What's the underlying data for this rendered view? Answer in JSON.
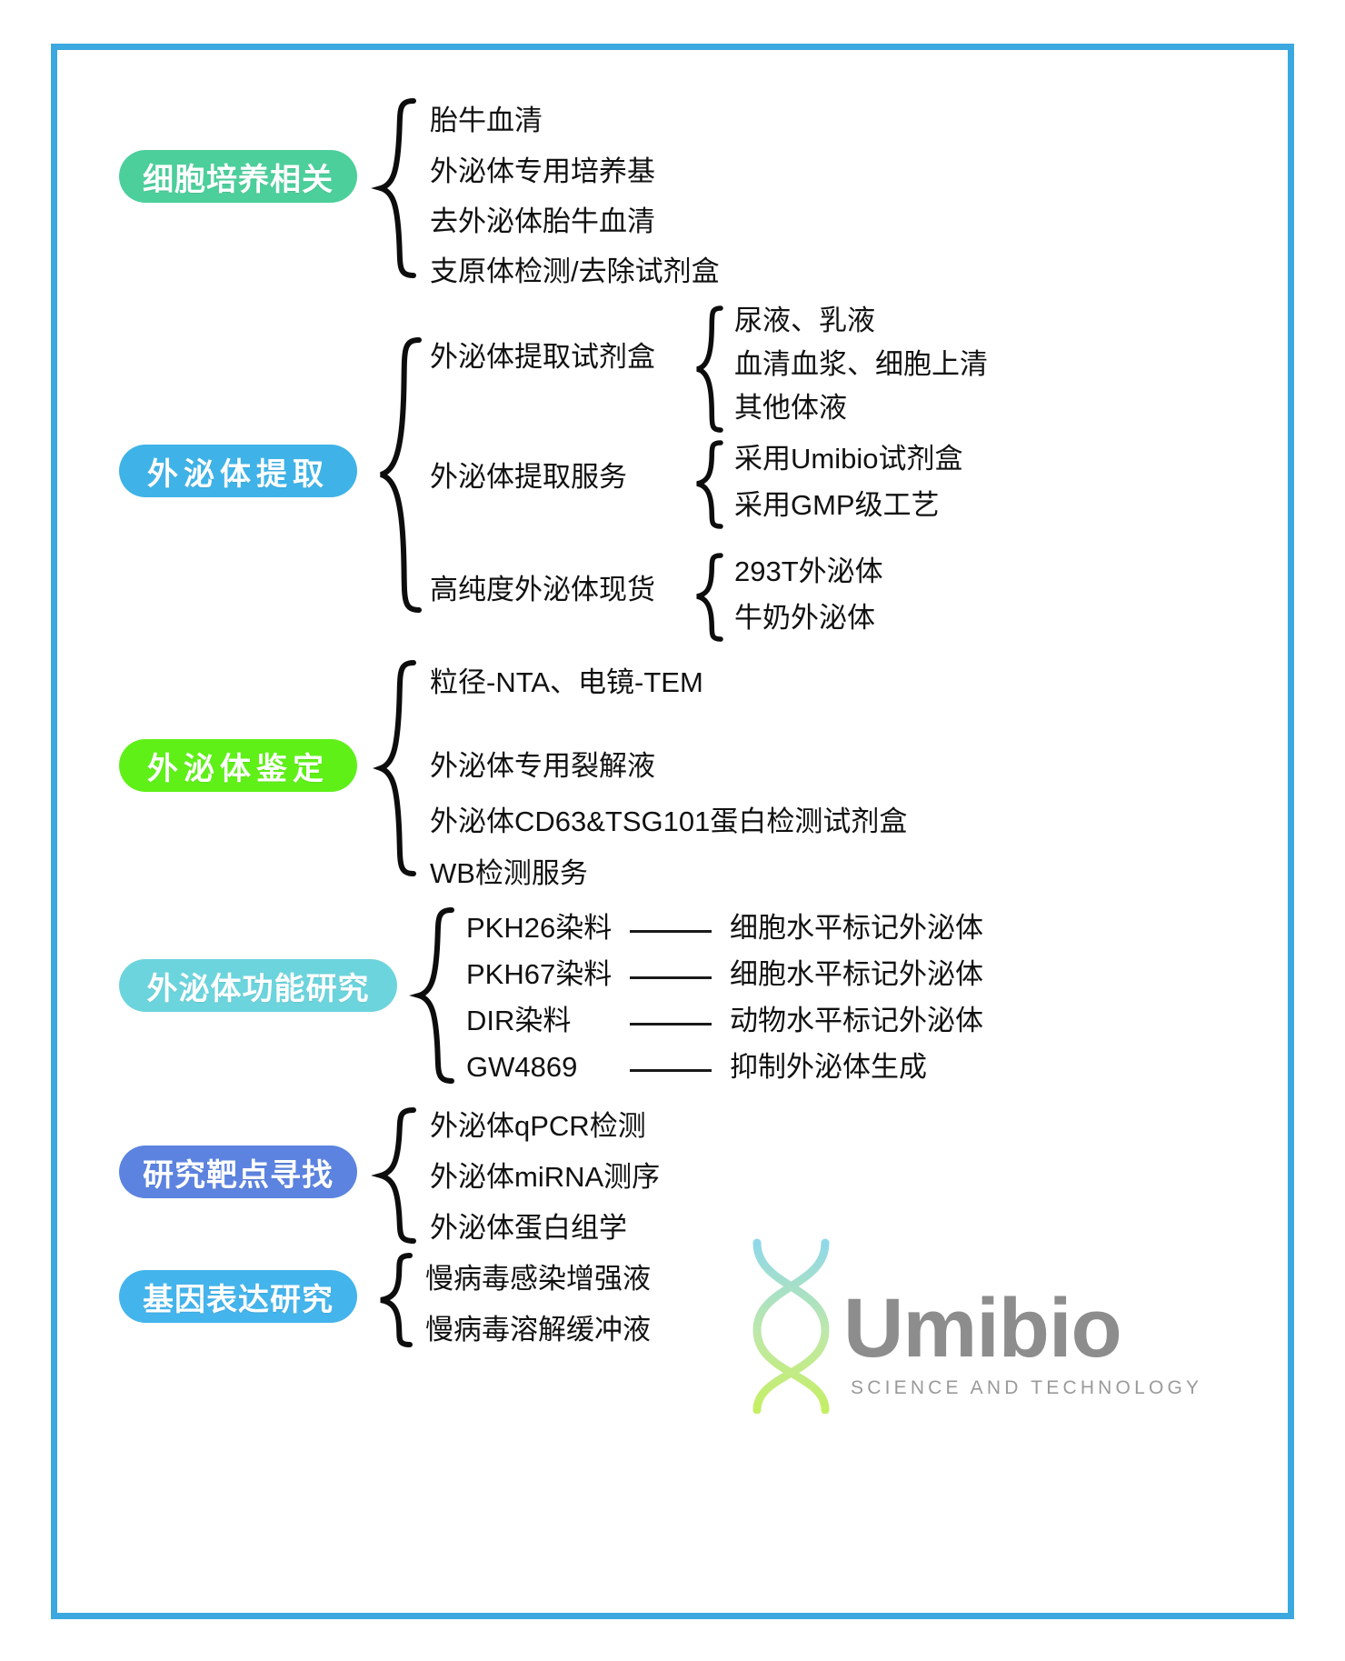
{
  "frame": {
    "border_color": "#3ca8e0"
  },
  "logo": {
    "wordmark": "Umibio",
    "tagline": "SCIENCE AND TECHNOLOGY",
    "helix_color_top": "#8fd8e8",
    "helix_color_bottom": "#b5e86a"
  },
  "sections": [
    {
      "id": "cell-culture",
      "label": "细胞培养相关",
      "color": "#4ccf9b",
      "items": [
        {
          "text": "胎牛血清"
        },
        {
          "text": "外泌体专用培养基"
        },
        {
          "text": "去外泌体胎牛血清"
        },
        {
          "text": "支原体检测/去除试剂盒"
        }
      ]
    },
    {
      "id": "exosome-extraction",
      "label": "外泌体提取",
      "color": "#3fb3e8",
      "items": [
        {
          "text": "外泌体提取试剂盒",
          "children": [
            {
              "text": "尿液、乳液"
            },
            {
              "text": "血清血浆、细胞上清"
            },
            {
              "text": "其他体液"
            }
          ]
        },
        {
          "text": "外泌体提取服务",
          "children": [
            {
              "text": "采用Umibio试剂盒"
            },
            {
              "text": "采用GMP级工艺"
            }
          ]
        },
        {
          "text": "高纯度外泌体现货",
          "children": [
            {
              "text": "293T外泌体"
            },
            {
              "text": "牛奶外泌体"
            }
          ]
        }
      ]
    },
    {
      "id": "exosome-identification",
      "label": "外泌体鉴定",
      "color": "#5ff018",
      "items": [
        {
          "text": "粒径-NTA、电镜-TEM"
        },
        {
          "text": "外泌体专用裂解液"
        },
        {
          "text": "外泌体CD63&TSG101蛋白检测试剂盒"
        },
        {
          "text": "WB检测服务"
        }
      ]
    },
    {
      "id": "exosome-function",
      "label": "外泌体功能研究",
      "color": "#6cd4dd",
      "items": [
        {
          "text": "PKH26染料",
          "link": "细胞水平标记外泌体"
        },
        {
          "text": "PKH67染料",
          "link": "细胞水平标记外泌体"
        },
        {
          "text": "DIR染料",
          "link": "动物水平标记外泌体"
        },
        {
          "text": "GW4869",
          "link": "抑制外泌体生成"
        }
      ]
    },
    {
      "id": "target-discovery",
      "label": "研究靶点寻找",
      "color": "#5c83e0",
      "items": [
        {
          "text": "外泌体qPCR检测"
        },
        {
          "text": "外泌体miRNA测序"
        },
        {
          "text": "外泌体蛋白组学"
        }
      ]
    },
    {
      "id": "gene-expression",
      "label": "基因表达研究",
      "color": "#44b4ec",
      "items": [
        {
          "text": "慢病毒感染增强液"
        },
        {
          "text": "慢病毒溶解缓冲液"
        }
      ]
    }
  ]
}
